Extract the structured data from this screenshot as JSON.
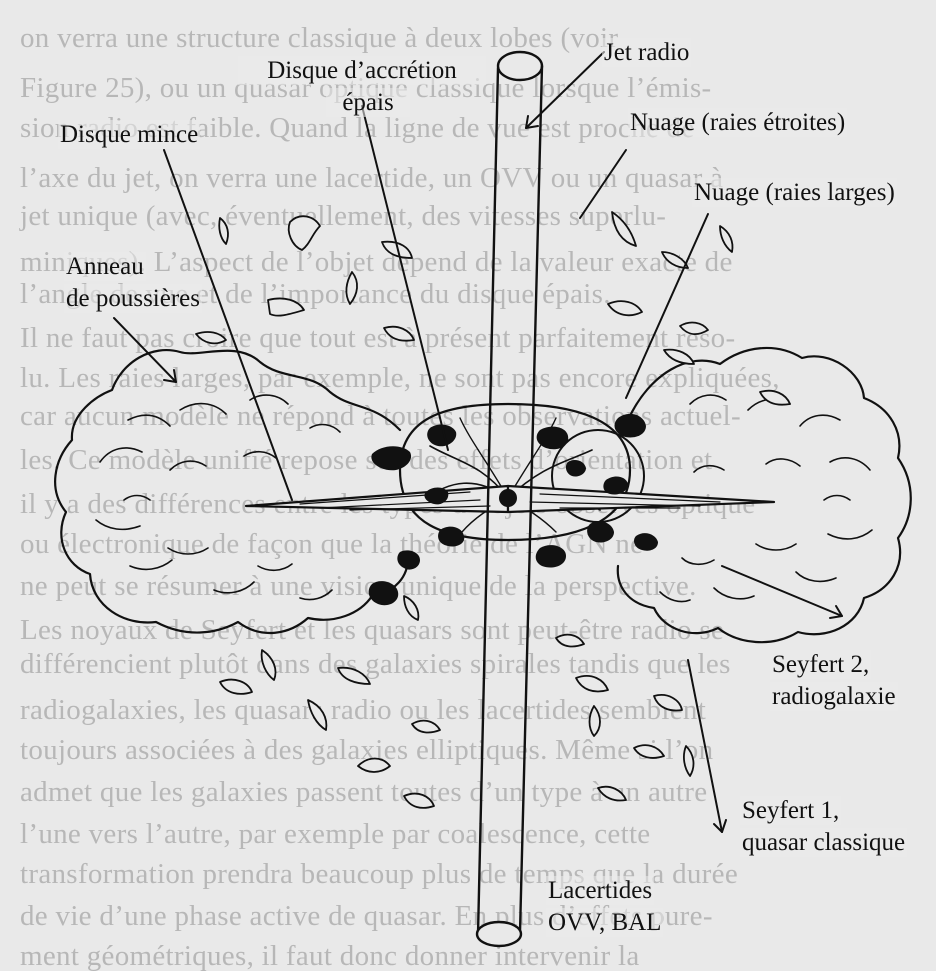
{
  "labels": {
    "jet_radio": "Jet radio",
    "thick_disk_line1": "Disque d’accrétion",
    "thick_disk_line2": "épais",
    "thin_disk": "Disque mince",
    "narrow_cloud": "Nuage (raies étroites)",
    "broad_cloud": "Nuage (raies larges)",
    "dust_ring_line1": "Anneau",
    "dust_ring_line2": "de poussières",
    "seyfert2_line1": "Seyfert 2,",
    "seyfert2_line2": "radiogalaxie",
    "seyfert1_line1": "Seyfert 1,",
    "seyfert1_line2": "quasar classique",
    "lacertides_line1": "Lacertides",
    "lacertides_line2": "OVV, BAL"
  },
  "background_text": [
    "on verra une structure classique à deux lobes (voir",
    "Figure 25), ou un quasar optique classique lorsque l’émis-",
    "sion radio est faible. Quand la ligne de vue est proche de",
    "l’axe du jet, on verra une lacertide, un OVV ou un quasar à",
    "jet unique (avec, éventuellement, des vitesses superlu-",
    "miniques). L’aspect de l’objet dépend de la valeur exacte de",
    "l’angle de vue et de l’importance du disque épais.",
    "Il ne faut pas croire que tout est à présent parfaitement réso-",
    "lu. Les raies larges, par exemple, ne sont pas encore expliquées,",
    "car aucun modèle ne répond à toutes les observations actuel-",
    "les. Ce modèle unifié repose sur des effets d’orientation et",
    "il y a des différences entre les types d’objets observés optique",
    "ou électronique de façon que la théorie de l’AGN ne",
    "ne peut se résumer à une vision unique de la perspective.",
    "Les noyaux de Seyfert et les quasars sont peut-être radio se",
    "différencient plutôt dans des galaxies spirales tandis que les",
    "radiogalaxies, les quasars radio ou les lacertides semblent",
    "toujours associées à des galaxies elliptiques. Même si l’on",
    "admet que les galaxies passent toutes d’un type à un autre",
    "l’une vers l’autre, par exemple par coalescence, cette",
    "transformation prendra beaucoup plus de temps que la durée",
    "de vie d’une phase active de quasar. En plus d’effets pure-",
    "ment géométriques, il faut donc donner intervenir la"
  ]
}
